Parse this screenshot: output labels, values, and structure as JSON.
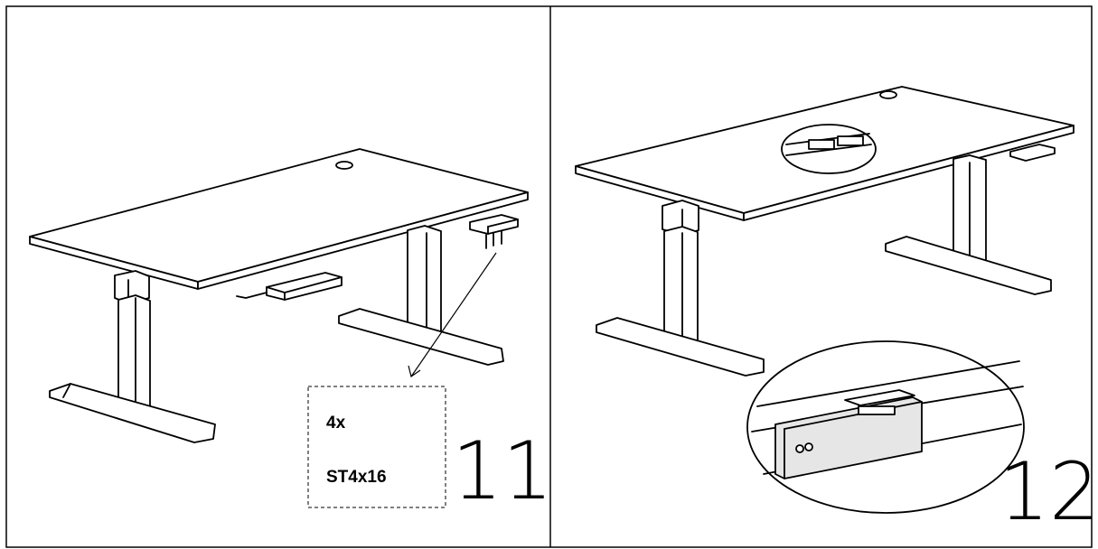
{
  "steps": [
    {
      "number": "11",
      "hardware": {
        "quantity": "4x",
        "code": "ST4x16"
      }
    },
    {
      "number": "12"
    }
  ],
  "colors": {
    "line": "#000000",
    "background": "#ffffff",
    "shade": "#e6e6e6"
  }
}
